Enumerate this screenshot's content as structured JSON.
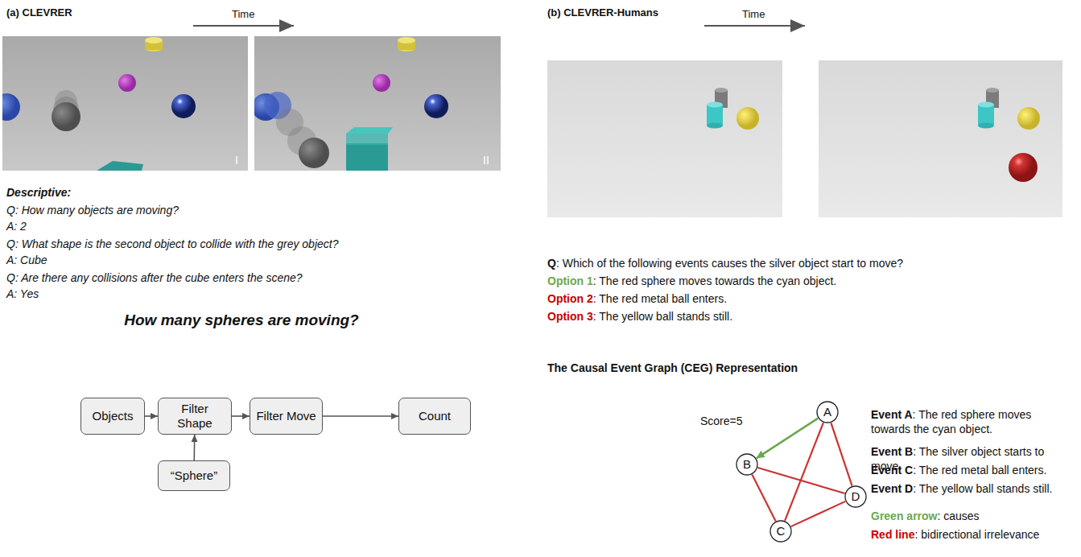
{
  "diagram": {
    "nodes": [
      {
        "text": [
          "Objects"
        ]
      },
      {
        "text": [
          "Filter Shape"
        ]
      },
      {
        "text": [
          "Filter Move"
        ]
      },
      {
        "text": [
          "Count"
        ]
      },
      {
        "text": [
          "“Sphere”"
        ]
      },
      {
        "text": [
          "A"
        ]
      },
      {
        "text": [
          "B"
        ]
      },
      {
        "text": [
          "C"
        ]
      },
      {
        "text": [
          "D"
        ]
      }
    ],
    "edges": [
      {
        "from": 0,
        "to": 1,
        "arrow": "to"
      },
      {
        "from": 1,
        "to": 2,
        "arrow": "to"
      },
      {
        "from": 2,
        "to": 3,
        "arrow": "to"
      },
      {
        "from": 4,
        "to": 1,
        "arrow": "to"
      },
      {
        "from": 5,
        "to": 6,
        "arrow": "to",
        "label": "Score=5"
      },
      {
        "from": 5,
        "to": 7,
        "arrow": "none"
      },
      {
        "from": 5,
        "to": 8,
        "arrow": "none"
      },
      {
        "from": 6,
        "to": 8,
        "arrow": "none"
      },
      {
        "from": 6,
        "to": 7,
        "arrow": "none"
      },
      {
        "from": 7,
        "to": 8,
        "arrow": "none"
      }
    ],
    "labels": [
      "(a) CLEVRER",
      "Time",
      "I",
      "II",
      "Descriptive:",
      "Q: How many objects are moving?",
      "A: 2",
      "Q: What shape is the second object to collide with the grey object?",
      "A: Cube",
      "Q: Are there any collisions after the cube enters the scene?",
      "A: Yes",
      "How many spheres are moving?",
      "(b) CLEVRER-Humans",
      "Time",
      "Q",
      ": Which of the following events causes the silver object start to move?",
      "Option 1",
      ": The red sphere moves towards the cyan object.",
      "Option 2",
      ": The red metal ball enters.",
      "Option 3",
      ": The yellow ball stands still.",
      "The Causal Event Graph (CEG) Representation",
      "Event A",
      ": The red sphere moves towards the cyan object.",
      "Event B",
      ": The silver object starts to move.",
      "Event C",
      ": The red metal ball enters.",
      "Event D",
      ": The yellow ball stands still.",
      "Green arrow",
      ": causes",
      "Red line",
      ": bidirectional irrelevance"
    ]
  }
}
